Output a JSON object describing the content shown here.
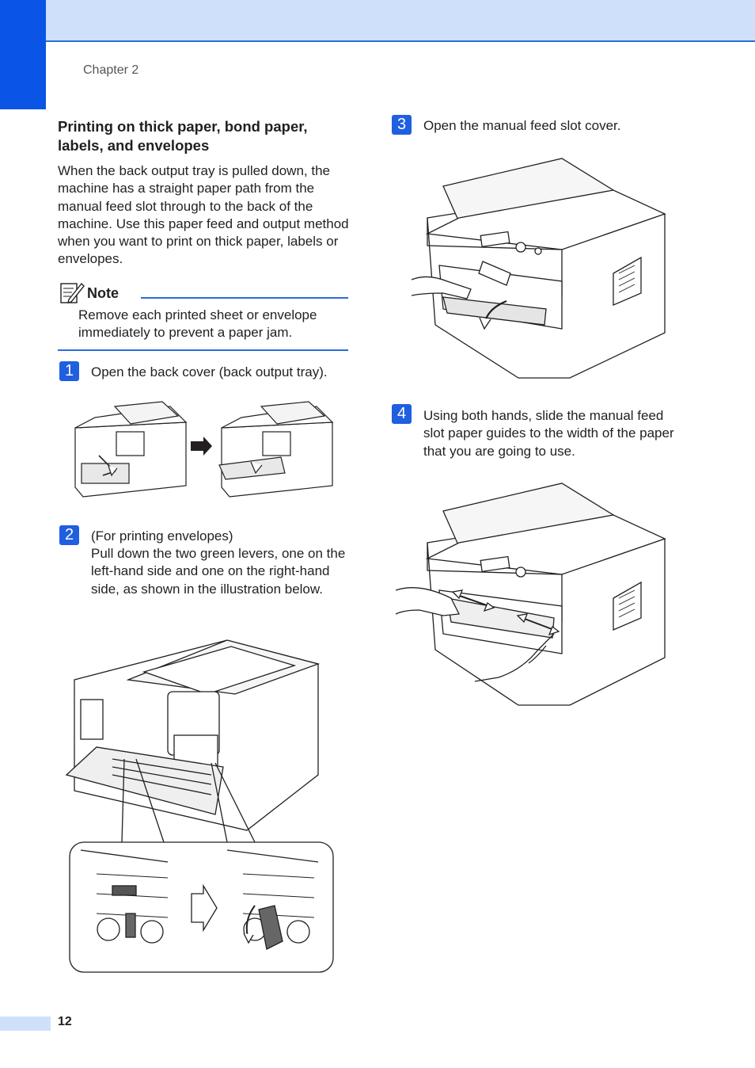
{
  "header": {
    "chapter": "Chapter 2"
  },
  "section": {
    "title": "Printing on thick paper, bond paper, labels, and envelopes",
    "intro": "When the back output tray is pulled down, the machine has a straight paper path from the manual feed slot through to the back of the machine. Use this paper feed and output method when you want to print on thick paper, labels or envelopes."
  },
  "note": {
    "title": "Note",
    "body": "Remove each printed sheet or envelope immediately to prevent a paper jam.",
    "icon": "note-pencil-icon"
  },
  "steps": [
    {
      "number": "1",
      "text": "Open the back cover (back output tray)."
    },
    {
      "number": "2",
      "line1": "(For printing envelopes)",
      "text": "Pull down the two green levers, one on the left-hand side and one on the right-hand side, as shown in the illustration below."
    },
    {
      "number": "3",
      "text": "Open the manual feed slot cover."
    },
    {
      "number": "4",
      "text": "Using both hands, slide the manual feed slot paper guides to the width of the paper that you are going to use."
    }
  ],
  "footer": {
    "page_number": "12"
  },
  "colors": {
    "accent": "#0a55e6",
    "band": "#cfe0fb",
    "rule": "#2e6bd8"
  }
}
